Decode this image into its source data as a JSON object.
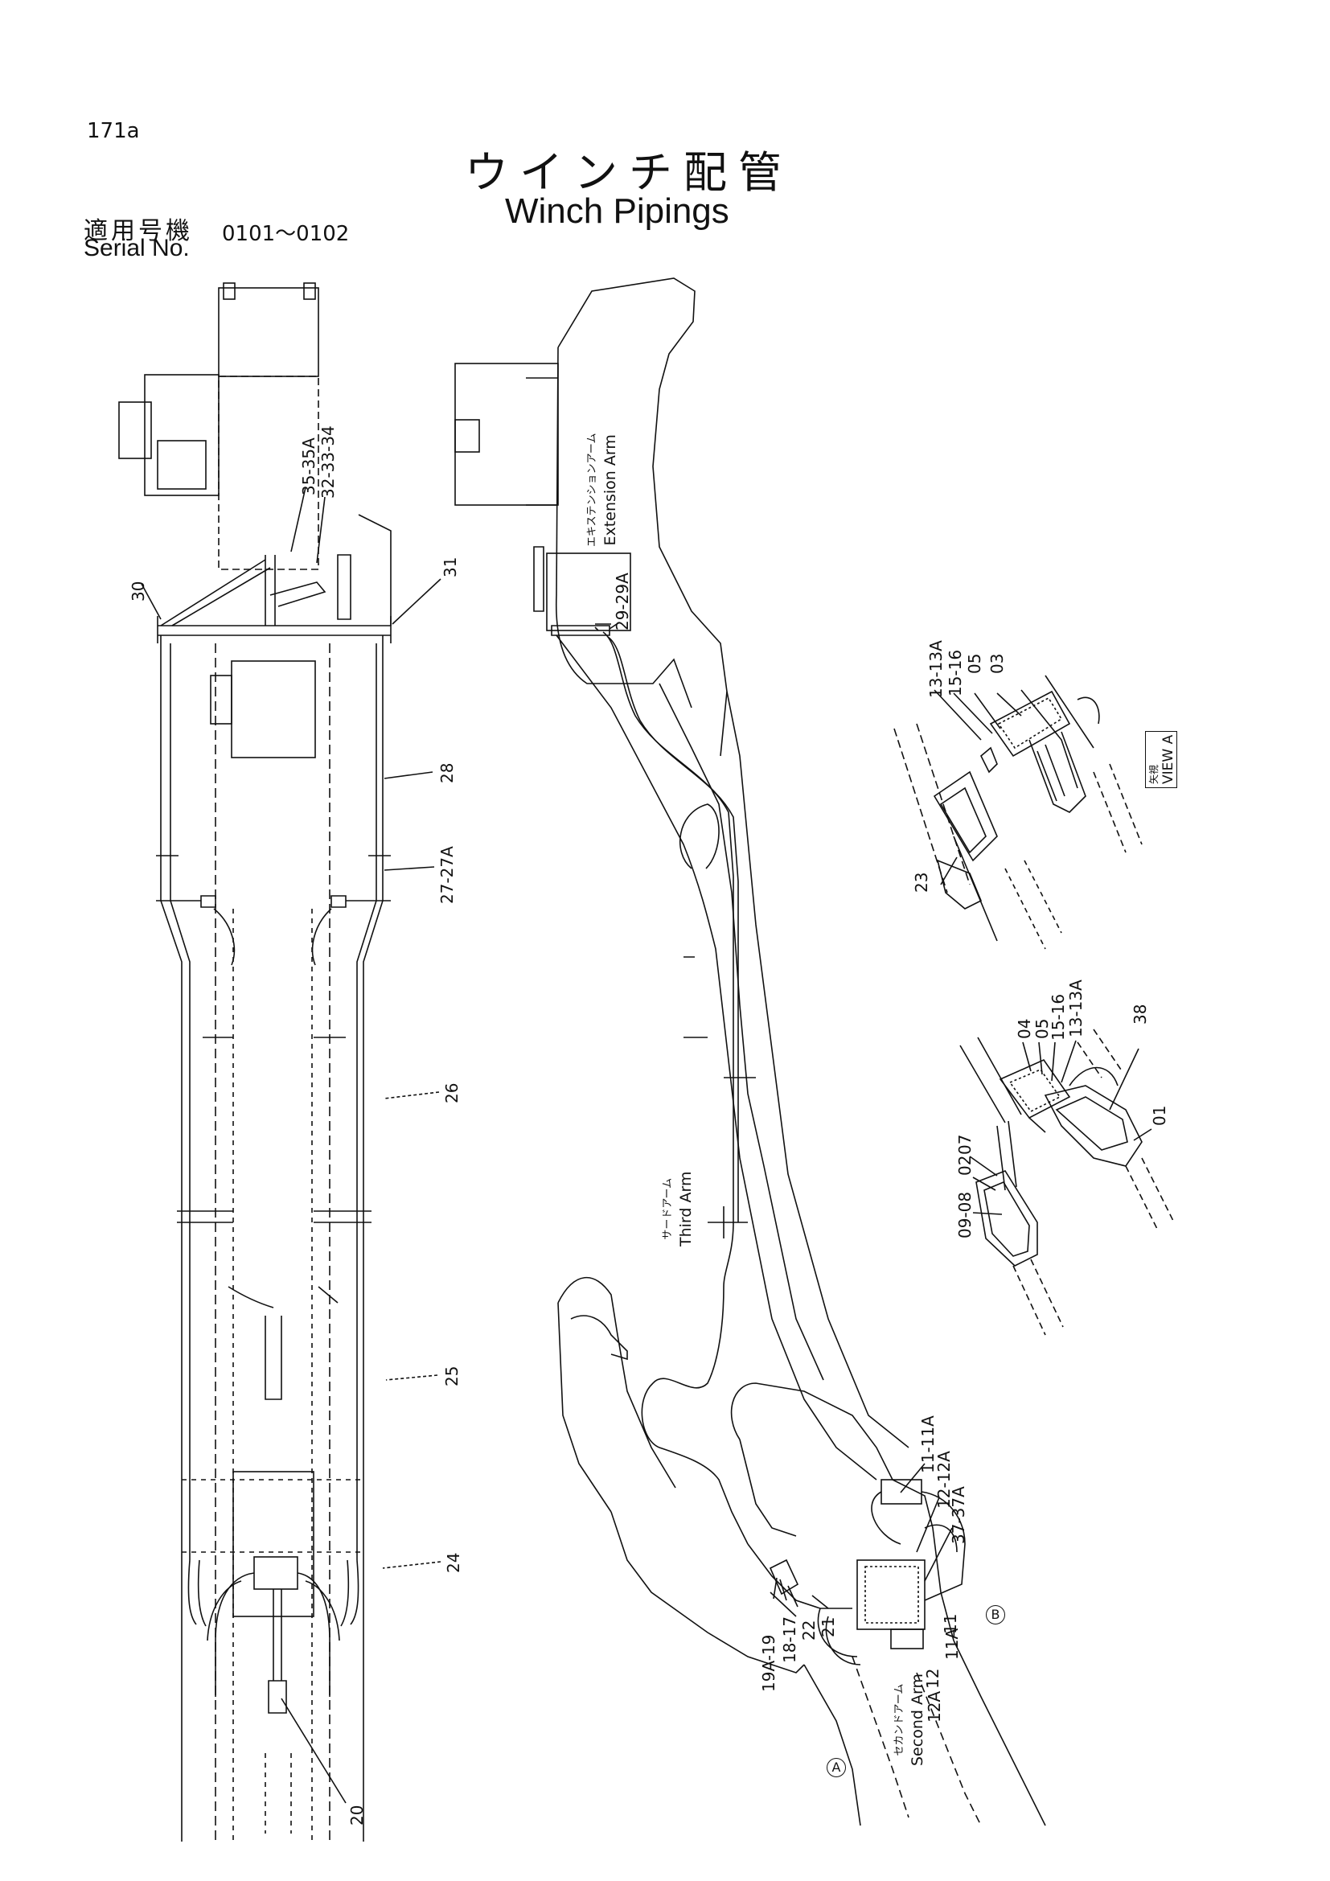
{
  "header": {
    "page_number": "171a",
    "title_jp": "ウインチ配管",
    "title_en": "Winch Pipings",
    "serial_label_jp": "適用号機",
    "serial_label_en": "Serial No.",
    "serial_range": "0101～0102"
  },
  "callouts": {
    "c30": "30",
    "c35_35A": "35-35A",
    "c32_33_34": "32-33-34",
    "c31": "31",
    "c28": "28",
    "c27_27A": "27-27A",
    "c26": "26",
    "c25": "25",
    "c24": "24",
    "c20": "20",
    "c29_29A": "29-29A",
    "c11_11A": "11-11A",
    "c12_12A": "12-12A",
    "c37_37A": "37-37A",
    "c19A_19": "19A-19",
    "c18_17": "18-17",
    "c22": "22",
    "c21": "21",
    "c11": "11",
    "c11A": "11A",
    "c12": "12",
    "c12A": "12A",
    "c13_13A_top": "13-13A",
    "c15_16_top": "15-16",
    "c05_top": "05",
    "c03": "03",
    "c23": "23",
    "c04": "04",
    "c05_bot": "05",
    "c15_16_bot": "15-16",
    "c13_13A_bot": "13-13A",
    "c38": "38",
    "c01": "01",
    "c07": "07",
    "c02": "02",
    "c09_08": "09-08"
  },
  "arm_labels": {
    "extension_jp": "エキステンションアーム",
    "extension_en": "Extension Arm",
    "third_jp": "サードアーム",
    "third_en": "Third Arm",
    "second_jp": "セカンドアーム",
    "second_en": "Second Arm"
  },
  "view_label": {
    "jp": "矢視",
    "en": "VIEW A"
  },
  "markers": {
    "a": "A",
    "b": "B"
  }
}
